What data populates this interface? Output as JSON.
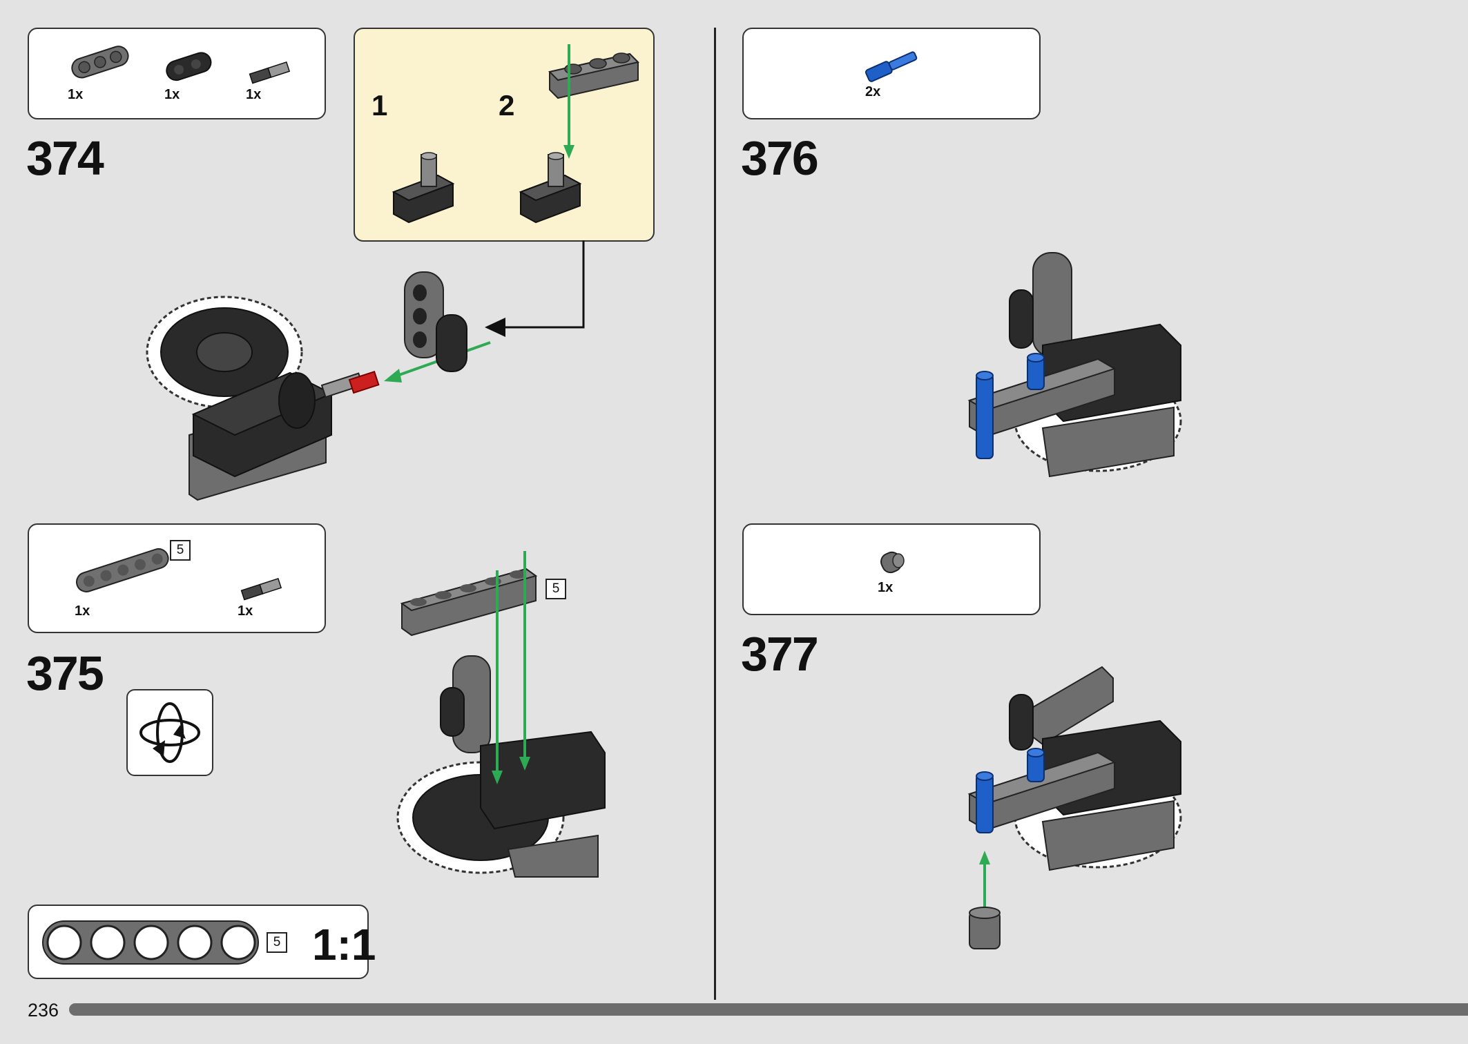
{
  "page": {
    "number": "236",
    "progress": 1.0
  },
  "steps": [
    {
      "number": "374",
      "parts": [
        {
          "qty": "1x",
          "name": "beam-3-grey"
        },
        {
          "qty": "1x",
          "name": "beam-3-black"
        },
        {
          "qty": "1x",
          "name": "axle-pin"
        }
      ]
    },
    {
      "number": "375",
      "parts": [
        {
          "qty": "1x",
          "name": "beam-5-grey"
        },
        {
          "qty": "1x",
          "name": "axle-pin"
        }
      ],
      "length_badge": "5",
      "model_badge": "5"
    },
    {
      "number": "376",
      "parts": [
        {
          "qty": "2x",
          "name": "blue-pin"
        }
      ]
    },
    {
      "number": "377",
      "parts": [
        {
          "qty": "1x",
          "name": "bush-grey"
        }
      ]
    }
  ],
  "callout": {
    "sub_steps": [
      "1",
      "2"
    ]
  },
  "scale": {
    "label": "1:1",
    "badge": "5"
  },
  "colors": {
    "background": "#e3e3e3",
    "callout": "#fbf3cf",
    "arrow": "#2faa54",
    "red": "#cc1f1f",
    "blue": "#1e5fc8",
    "grey": "#7a7a7a",
    "dark": "#2a2a2a"
  },
  "icons": {
    "rotate": "rotate-model-icon"
  }
}
